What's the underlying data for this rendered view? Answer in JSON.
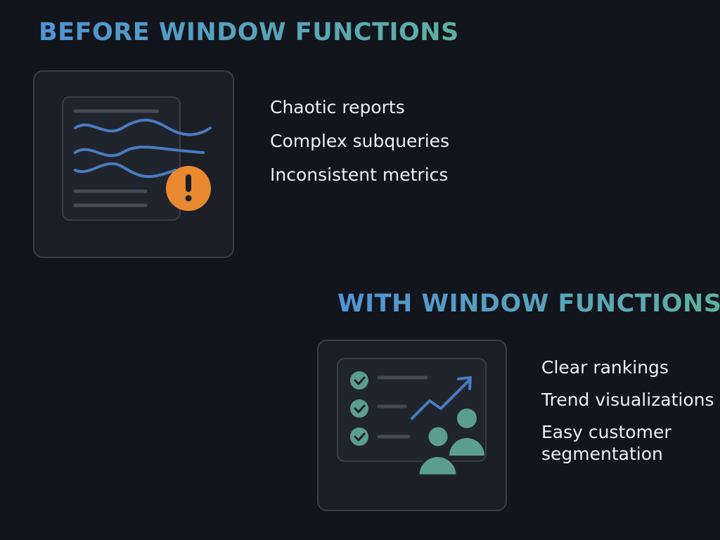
{
  "before": {
    "heading": "BEFORE WINDOW FUNCTIONS",
    "points": [
      "Chaotic reports",
      "Complex subqueries",
      "Inconsistent metrics"
    ],
    "icon": "messy-report-with-warning-icon"
  },
  "after": {
    "heading": "WITH WINDOW FUNCTIONS",
    "points": [
      "Clear rankings",
      "Trend visualizations",
      "Easy customer segmentation"
    ],
    "icon": "checklist-trend-customers-icon"
  },
  "colors": {
    "background": "#12151c",
    "panel": "#1b1e25",
    "blue_line": "#4a7cc2",
    "warning": "#e8892f",
    "teal": "#5b9e8f"
  }
}
